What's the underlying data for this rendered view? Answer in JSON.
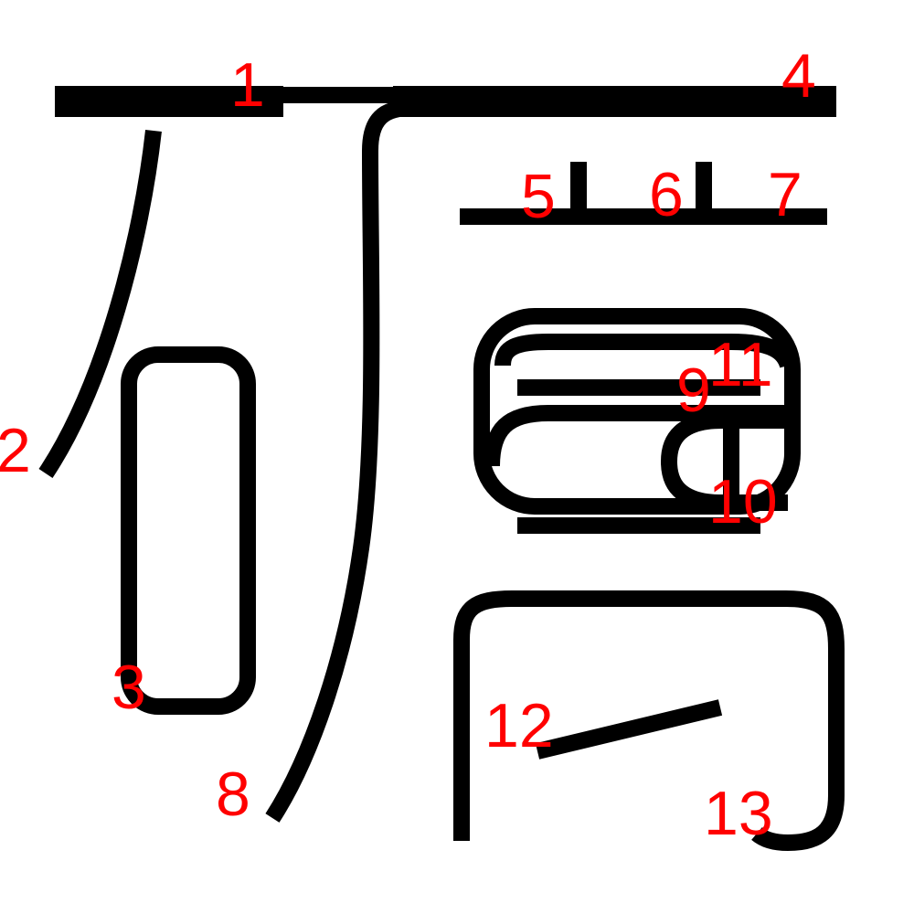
{
  "colors": {
    "stroke": "#000000",
    "label": "#ff0000",
    "background": "#ffffff"
  },
  "labels": {
    "s1": "1",
    "s2": "2",
    "s3": "3",
    "s4": "4",
    "s5": "5",
    "s6": "6",
    "s7": "7",
    "s8": "8",
    "s9": "9",
    "s10": "10",
    "s11": "11",
    "s12": "12",
    "s13": "13"
  }
}
